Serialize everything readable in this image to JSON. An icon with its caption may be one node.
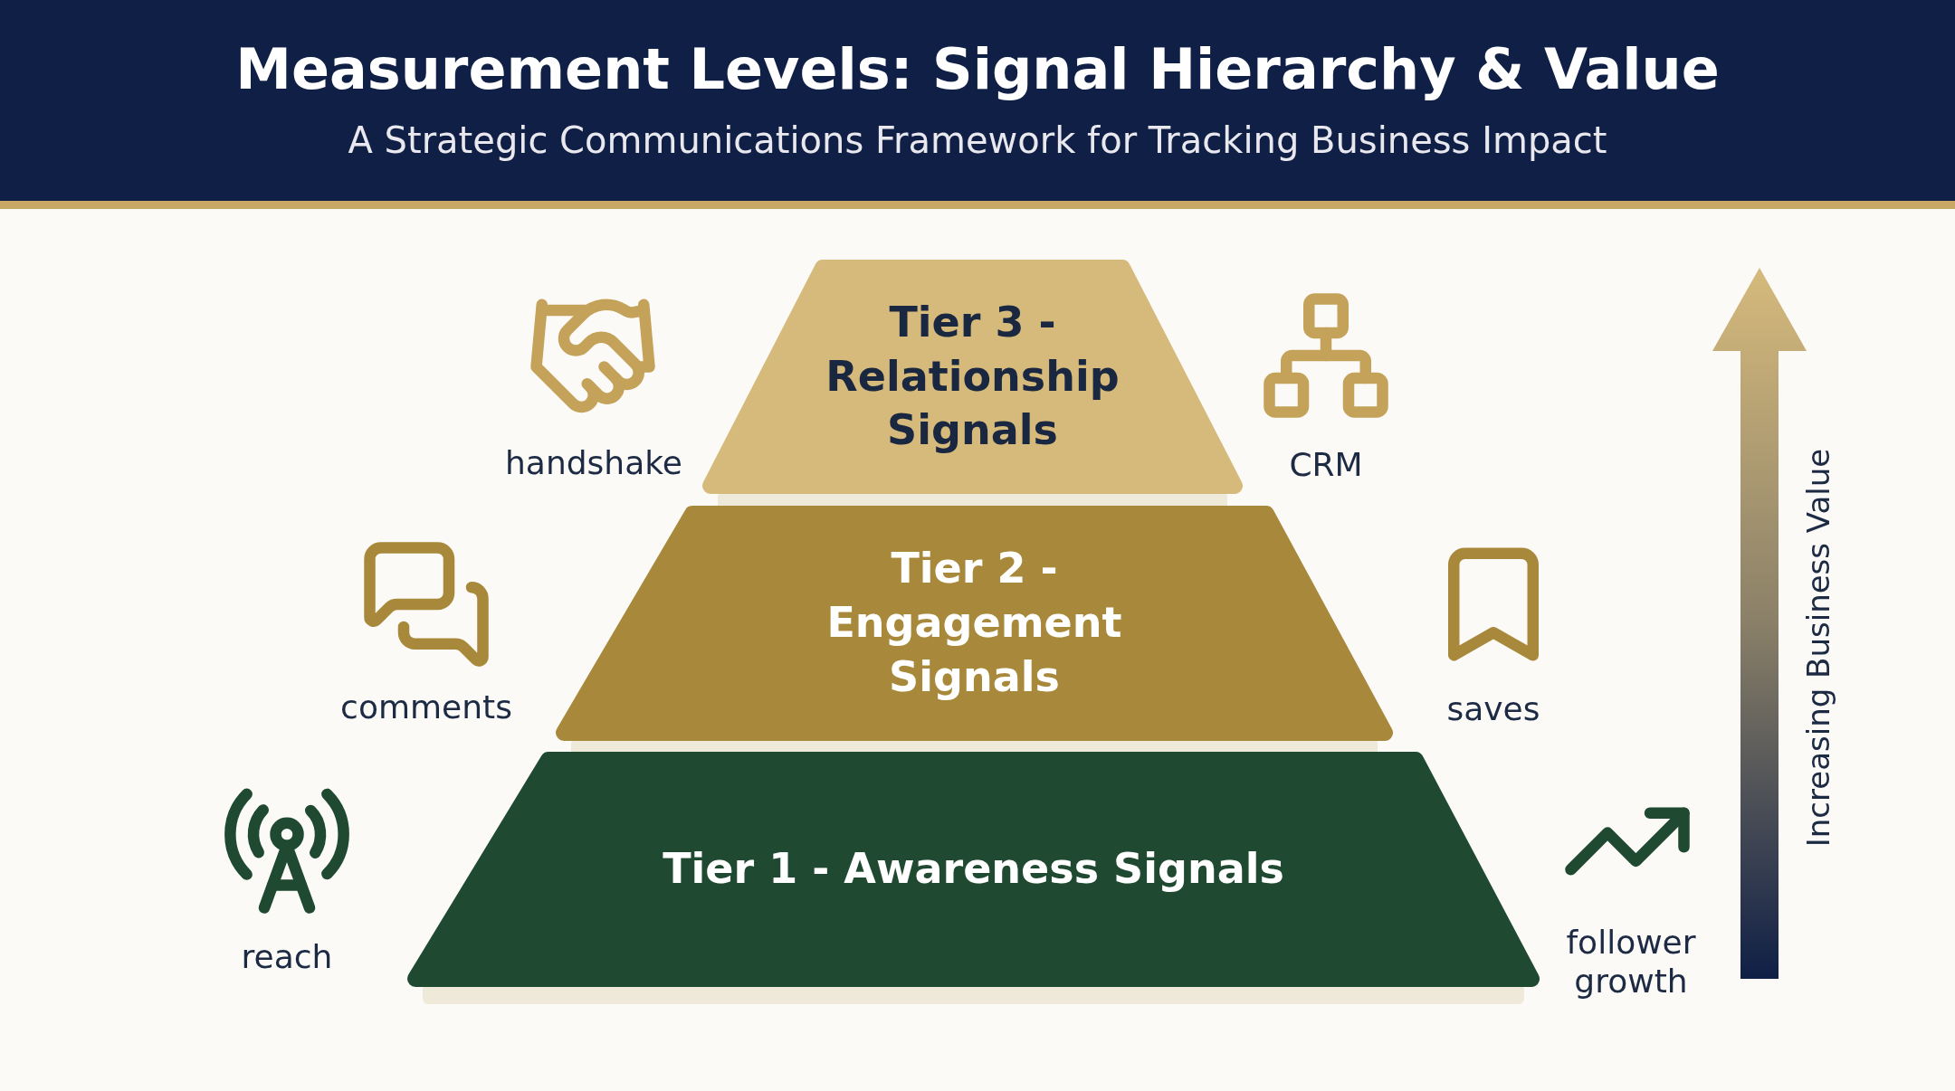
{
  "diagram": {
    "title": "Measurement Levels: Signal Hierarchy & Value",
    "caption": "A Strategic Communications Framework for Tracking Business Impact",
    "nodes": [
      {
        "text": [
          "Tier 3 - Relationship Signals"
        ]
      },
      {
        "text": [
          "Tier 2 - Engagement Signals"
        ]
      },
      {
        "text": [
          "Tier 1 - Awareness Signals"
        ]
      }
    ],
    "labels": [
      "handshake",
      "CRM",
      "comments",
      "saves",
      "reach",
      "follower growth",
      "Increasing Business Value"
    ]
  }
}
